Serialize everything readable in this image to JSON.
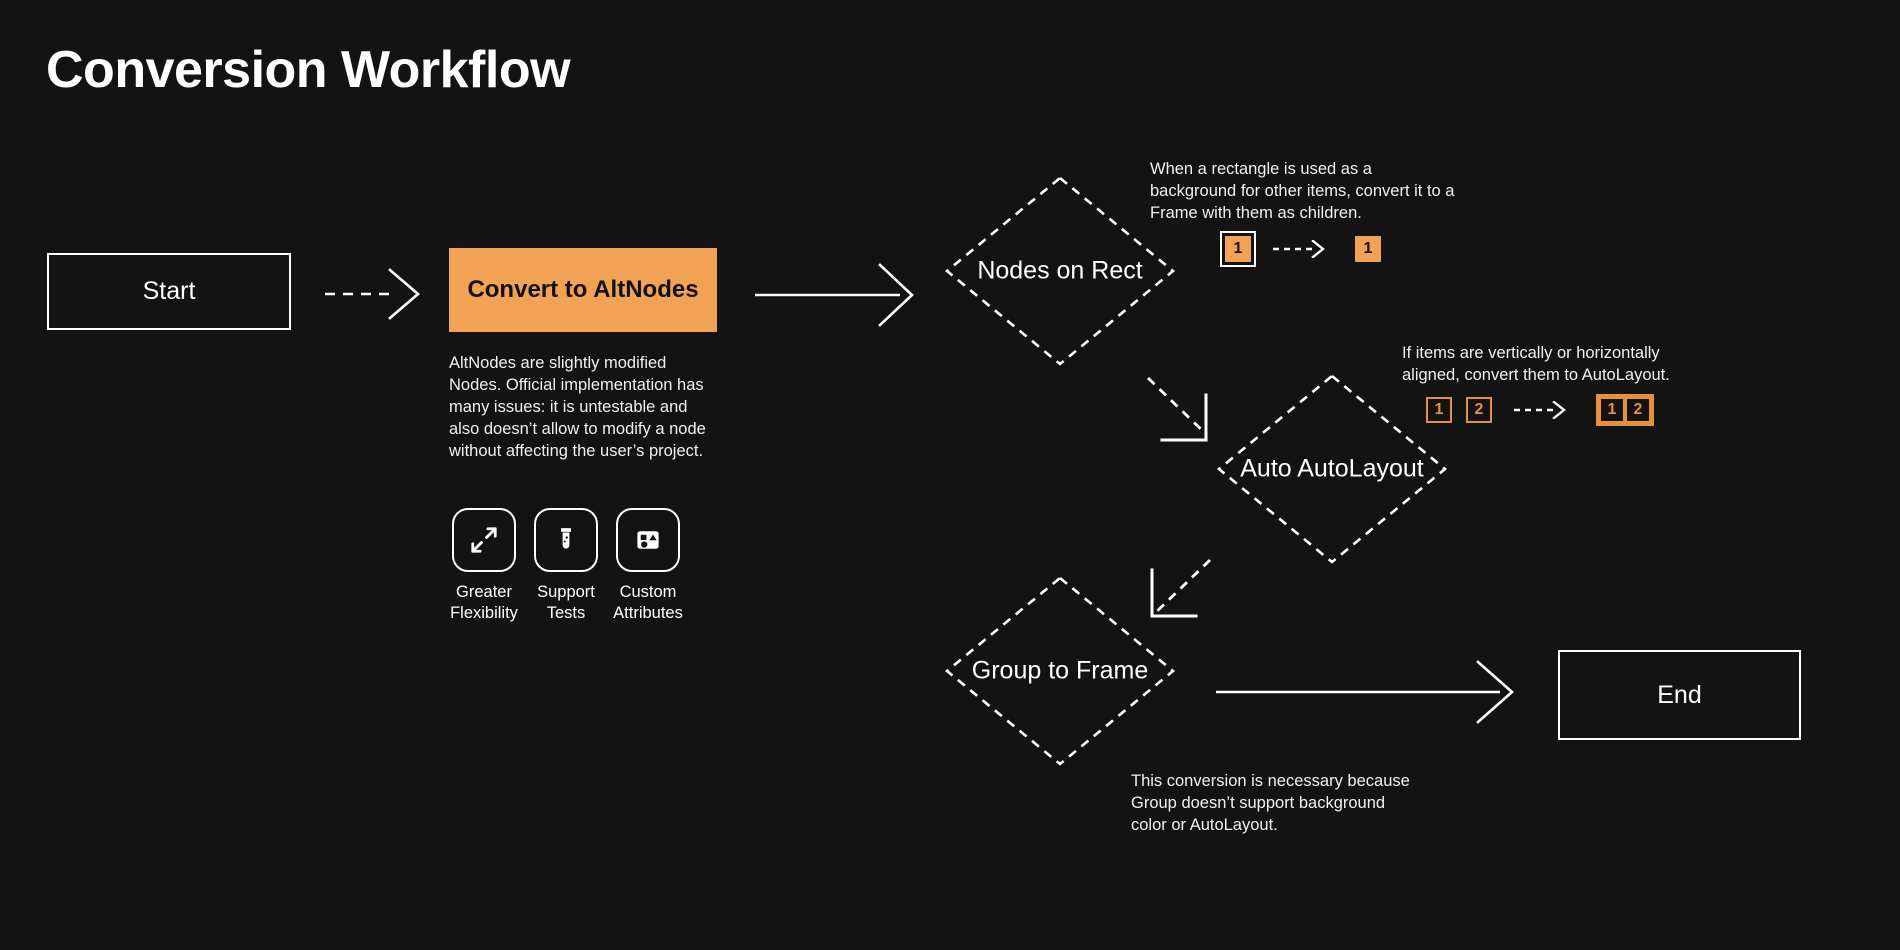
{
  "page": {
    "title": "Conversion Workflow",
    "background_color": "#131313",
    "accent_color": "#f2a254",
    "accent_outline_color": "#e8913c",
    "text_color": "#ffffff"
  },
  "nodes": {
    "start": {
      "label": "Start",
      "shape": "rectangle"
    },
    "convert": {
      "label": "Convert to AltNodes",
      "shape": "rectangle",
      "fill": "#f2a254"
    },
    "nodes_on_rect": {
      "label": "Nodes on Rect",
      "shape": "diamond"
    },
    "auto_autolayout": {
      "label": "Auto AutoLayout",
      "shape": "diamond"
    },
    "group_to_frame": {
      "label": "Group to Frame",
      "shape": "diamond"
    },
    "end": {
      "label": "End",
      "shape": "rectangle"
    }
  },
  "notes": {
    "altnodes": "AltNodes are slightly modified Nodes. Official implementation has many issues: it is untestable and also doesn’t allow to modify a node without affecting the user’s project.",
    "rect_background": "When a rectangle is used as a background for other items, convert it to a Frame with them as children.",
    "aligned_items": "If items are vertically or horizontally aligned, convert them to AutoLayout.",
    "group_support": "This conversion is necessary because Group doesn’t support background color or AutoLayout."
  },
  "features": [
    {
      "icon": "expand-arrows-icon",
      "label": "Greater\nFlexibility"
    },
    {
      "icon": "test-tube-icon",
      "label": "Support\nTests"
    },
    {
      "icon": "shapes-icon",
      "label": "Custom\nAttributes"
    }
  ],
  "badges": {
    "rect_example": {
      "before": [
        {
          "value": "1",
          "style": "solid-framed"
        }
      ],
      "after": [
        {
          "value": "1",
          "style": "solid"
        }
      ]
    },
    "autolayout_example": {
      "before": [
        {
          "value": "1",
          "style": "outline"
        },
        {
          "value": "2",
          "style": "outline"
        }
      ],
      "after": [
        {
          "value": "1",
          "style": "outline"
        },
        {
          "value": "2",
          "style": "outline"
        }
      ]
    }
  },
  "edges": [
    {
      "from": "start",
      "to": "convert",
      "style": "dashed"
    },
    {
      "from": "convert",
      "to": "nodes_on_rect",
      "style": "solid"
    },
    {
      "from": "nodes_on_rect",
      "to": "auto_autolayout",
      "style": "dashed-elbow"
    },
    {
      "from": "auto_autolayout",
      "to": "group_to_frame",
      "style": "dashed-elbow"
    },
    {
      "from": "group_to_frame",
      "to": "end",
      "style": "solid"
    }
  ]
}
